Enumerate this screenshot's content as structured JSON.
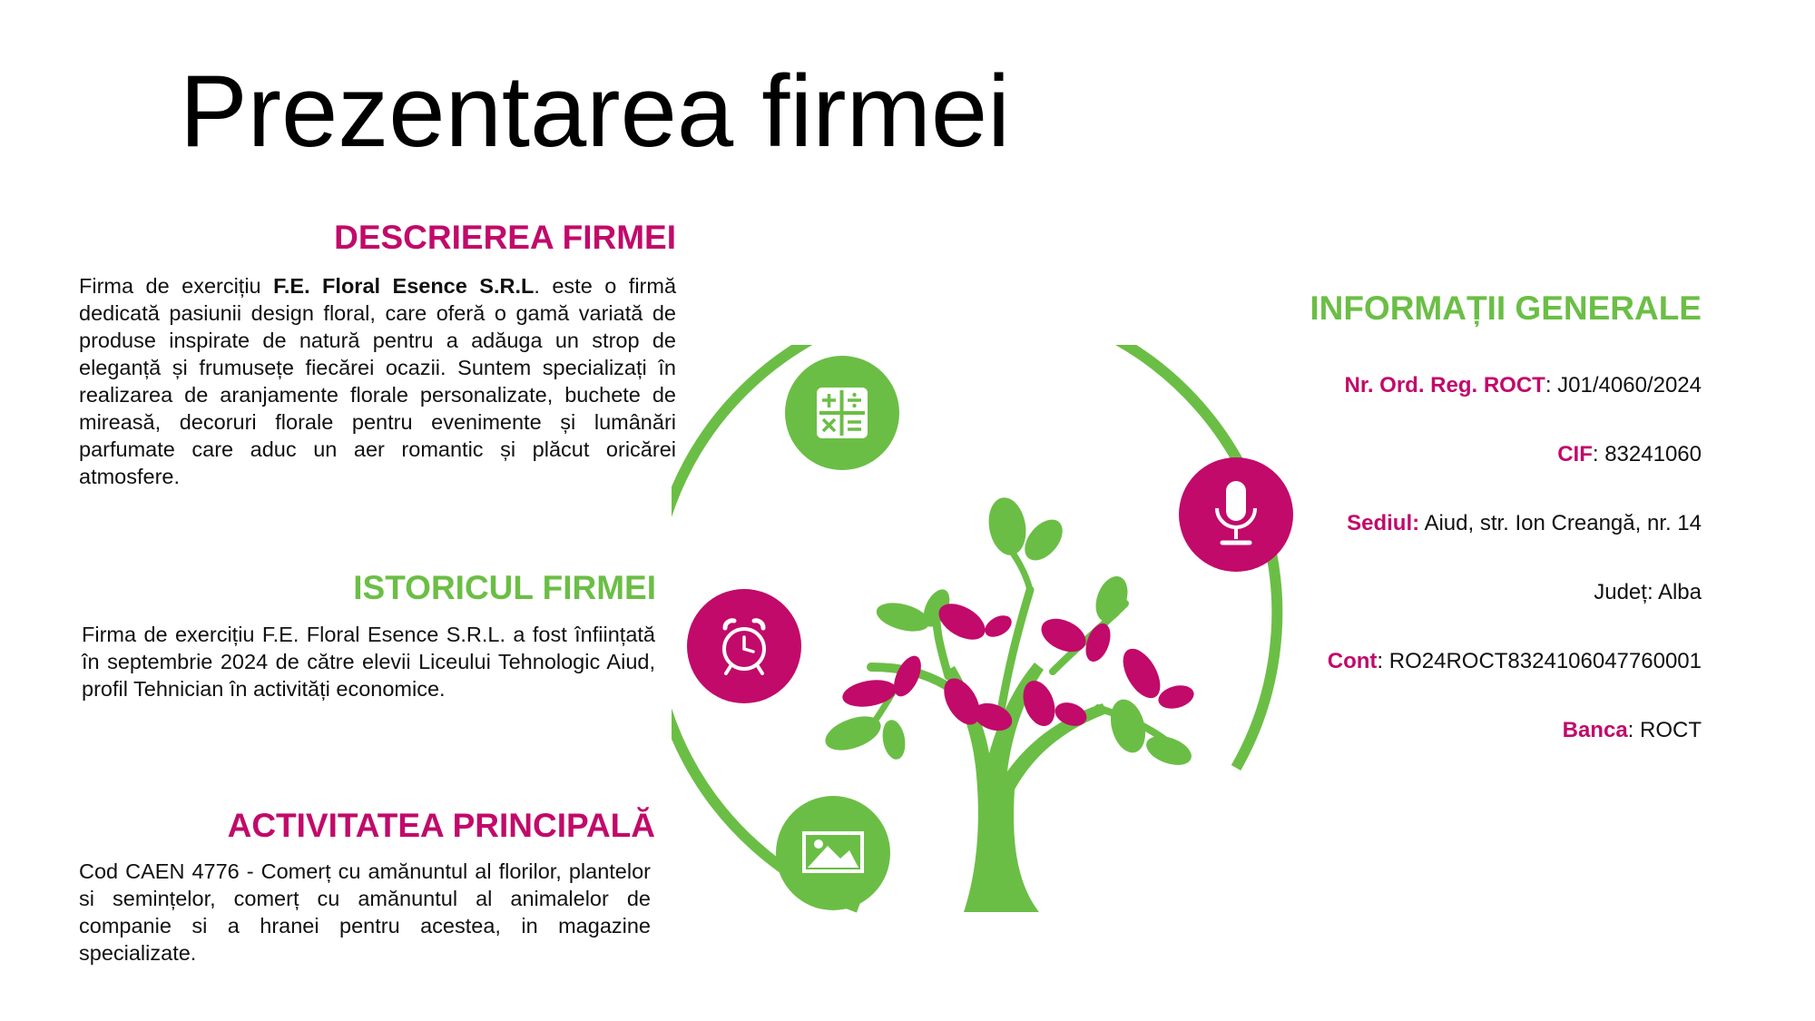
{
  "page": {
    "title": "Prezentarea firmei"
  },
  "colors": {
    "pink": "#C10A6A",
    "green": "#6BBE45"
  },
  "description": {
    "heading": "DESCRIEREA FIRMEI",
    "text_before": "Firma de exercițiu ",
    "company_bold": "F.E. Floral Esence S.R.L",
    "text_after": ". este o firmă dedicată pasiunii design floral, care oferă o gamă variată de produse inspirate de natură pentru a adăuga un strop de eleganță și frumusețe fiecărei ocazii. Suntem specializați în realizarea de aranjamente florale personalizate, buchete de mireasă, decoruri florale pentru evenimente și lumânări parfumate care aduc un aer romantic și plăcut oricărei atmosfere."
  },
  "history": {
    "heading": "ISTORICUL FIRMEI",
    "text": "Firma de exercițiu F.E. Floral Esence S.R.L. a fost înființată în septembrie 2024 de către elevii Liceului Tehnologic Aiud, profil Tehnician în activități economice."
  },
  "activity": {
    "heading": "ACTIVITATEA PRINCIPALĂ",
    "text": "Cod CAEN 4776 - Comerț cu amănuntul al florilor, plantelor si semințelor, comerț cu amănuntul al animalelor de companie si a hranei pentru acestea, in magazine specializate."
  },
  "general_info": {
    "heading": "INFORMAȚII GENERALE",
    "rows": [
      {
        "label": "Nr. Ord. Reg. ROCT",
        "value": ": J01/4060/2024"
      },
      {
        "label": "CIF",
        "value": ": 83241060"
      },
      {
        "label": "Sediul:",
        "value": " Aiud, str. Ion Creangă, nr. 14"
      },
      {
        "label": "",
        "value": "Județ: Alba"
      },
      {
        "label": "Cont",
        "value": ": RO24ROCT8324106047760001"
      },
      {
        "label": "Banca",
        "value": ": ROCT"
      }
    ]
  },
  "icons": {
    "calculator": "calculator-icon",
    "microphone": "microphone-icon",
    "alarm_clock": "alarm-clock-icon",
    "image": "image-icon",
    "tree": "tree-icon"
  }
}
